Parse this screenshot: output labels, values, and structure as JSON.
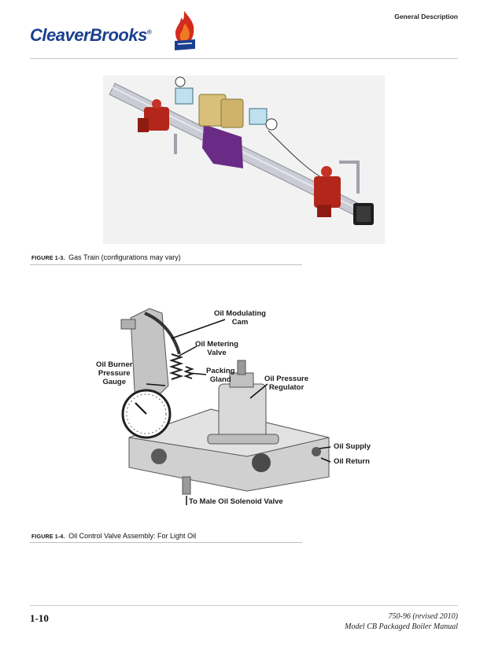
{
  "header": {
    "section_title": "General Description",
    "logo_text": "CleaverBrooks",
    "logo_reg": "®"
  },
  "figure1": {
    "number": "FIGURE 1-3.",
    "caption": "Gas Train (configurations may vary)"
  },
  "figure2": {
    "number": "FIGURE 1-4.",
    "caption": "Oil Control Valve Assembly: For Light Oil",
    "labels": {
      "oil_modulating_cam": [
        "Oil Modulating",
        "Cam"
      ],
      "oil_metering_valve": [
        "Oil Metering",
        "Valve"
      ],
      "oil_burner_pressure_gauge": [
        "Oil Burner",
        "Pressure",
        "Gauge"
      ],
      "packing_gland": [
        "Packing",
        "Gland"
      ],
      "oil_pressure_regulator": [
        "Oil Pressure",
        "Regulator"
      ],
      "oil_supply": "Oil Supply",
      "oil_return": "Oil Return",
      "to_male_oil_solenoid_valve": "To Male Oil Solenoid Valve"
    }
  },
  "footer": {
    "page_number": "1-10",
    "doc_number": "750-96 (revised 2010)",
    "doc_title": "Model CB Packaged Boiler Manual"
  }
}
